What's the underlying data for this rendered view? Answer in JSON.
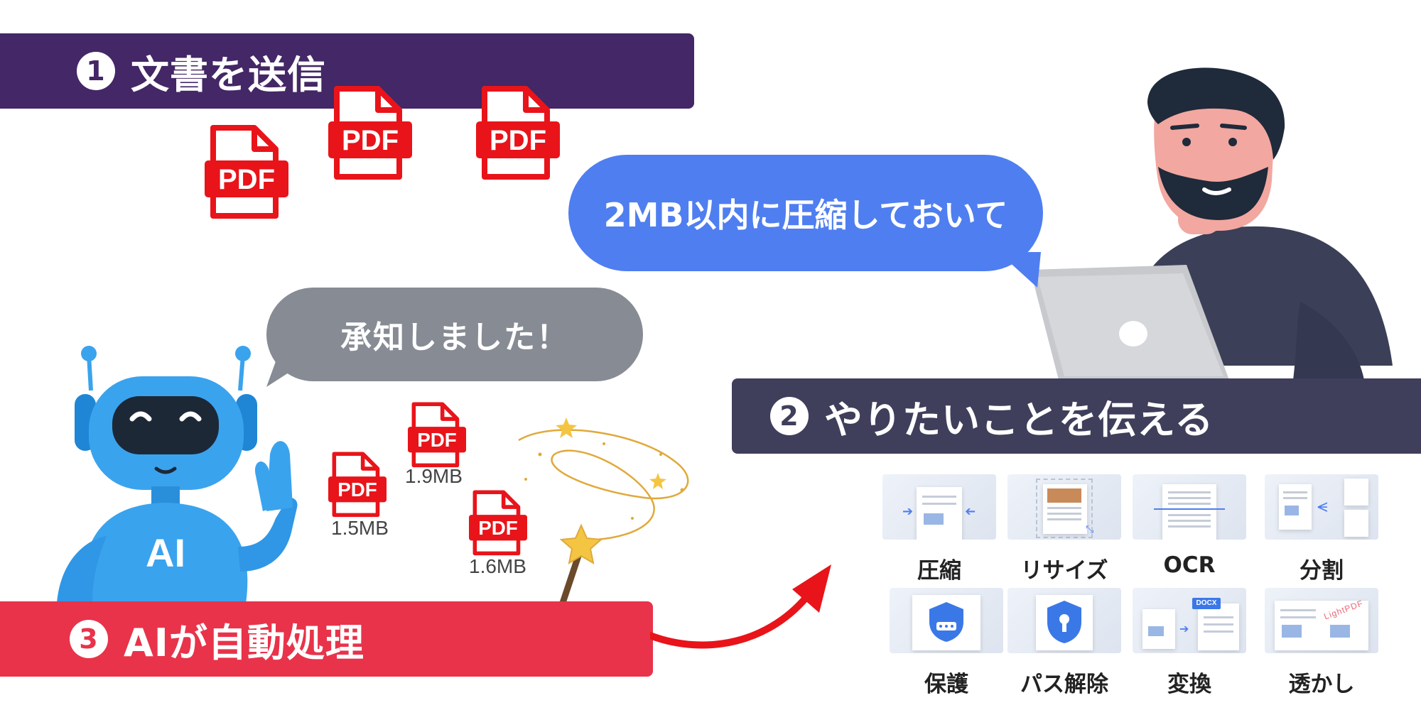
{
  "steps": [
    {
      "number": "1",
      "label": "文書を送信"
    },
    {
      "number": "2",
      "label": "やりたいことを伝える"
    },
    {
      "number": "3",
      "label": "AIが自動処理"
    }
  ],
  "user_request": "2MB以内に圧縮しておいて",
  "ai_reply": "承知しました！",
  "robot_label": "AI",
  "pdf_label": "PDF",
  "compressed_files": [
    {
      "size": "1.9MB"
    },
    {
      "size": "1.5MB"
    },
    {
      "size": "1.6MB"
    }
  ],
  "features": [
    {
      "label": "圧縮",
      "icon": "compress-icon"
    },
    {
      "label": "リサイズ",
      "icon": "resize-icon"
    },
    {
      "label": "OCR",
      "icon": "ocr-icon"
    },
    {
      "label": "分割",
      "icon": "split-icon"
    },
    {
      "label": "保護",
      "icon": "protect-icon"
    },
    {
      "label": "パス解除",
      "icon": "unlock-icon"
    },
    {
      "label": "変換",
      "icon": "convert-icon"
    },
    {
      "label": "透かし",
      "icon": "watermark-icon"
    }
  ],
  "convert_badge": "DOCX",
  "watermark_text": "LightPDF",
  "colors": {
    "step1": "#442766",
    "step2": "#3f3f5c",
    "step3": "#e8334a",
    "user_bubble": "#4f7ef0",
    "ai_bubble": "#878b94",
    "pdf_red": "#e8141a",
    "robot_blue": "#3aa3ee"
  }
}
